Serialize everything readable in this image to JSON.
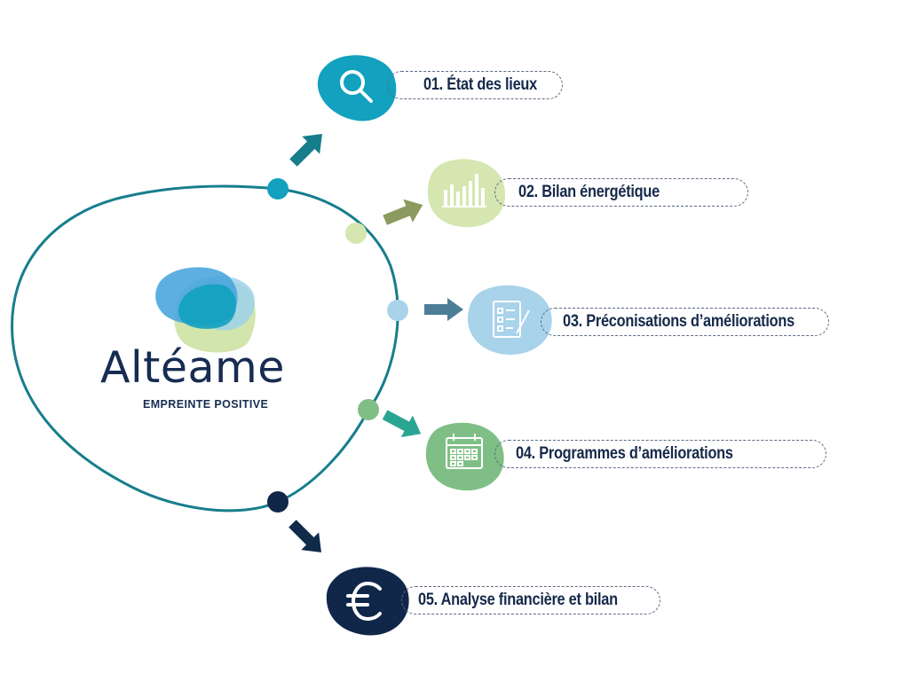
{
  "logo": {
    "word": "Altéame",
    "tagline": "EMPREINTE POSITIVE"
  },
  "steps": [
    {
      "label": "01. État des lieux",
      "icon": "search-icon",
      "color": "#12a1bf"
    },
    {
      "label": "02. Bilan énergétique",
      "icon": "bar-chart-icon",
      "color": "#d6e6b0"
    },
    {
      "label": "03. Préconisations d’améliorations",
      "icon": "checklist-icon",
      "color": "#a9d3ea"
    },
    {
      "label": "04. Programmes d’améliorations",
      "icon": "calendar-icon",
      "color": "#7fbf86"
    },
    {
      "label": "05. Analyse financière et bilan",
      "icon": "euro-icon",
      "color": "#11274a"
    }
  ],
  "colors": {
    "loop": "#177e8c",
    "text": "#15294a",
    "arrow1": "#167d8b",
    "arrow2": "#8b9a5e",
    "arrow3": "#4c7e98",
    "arrow4": "#2aa592",
    "arrow5": "#102a4a"
  }
}
